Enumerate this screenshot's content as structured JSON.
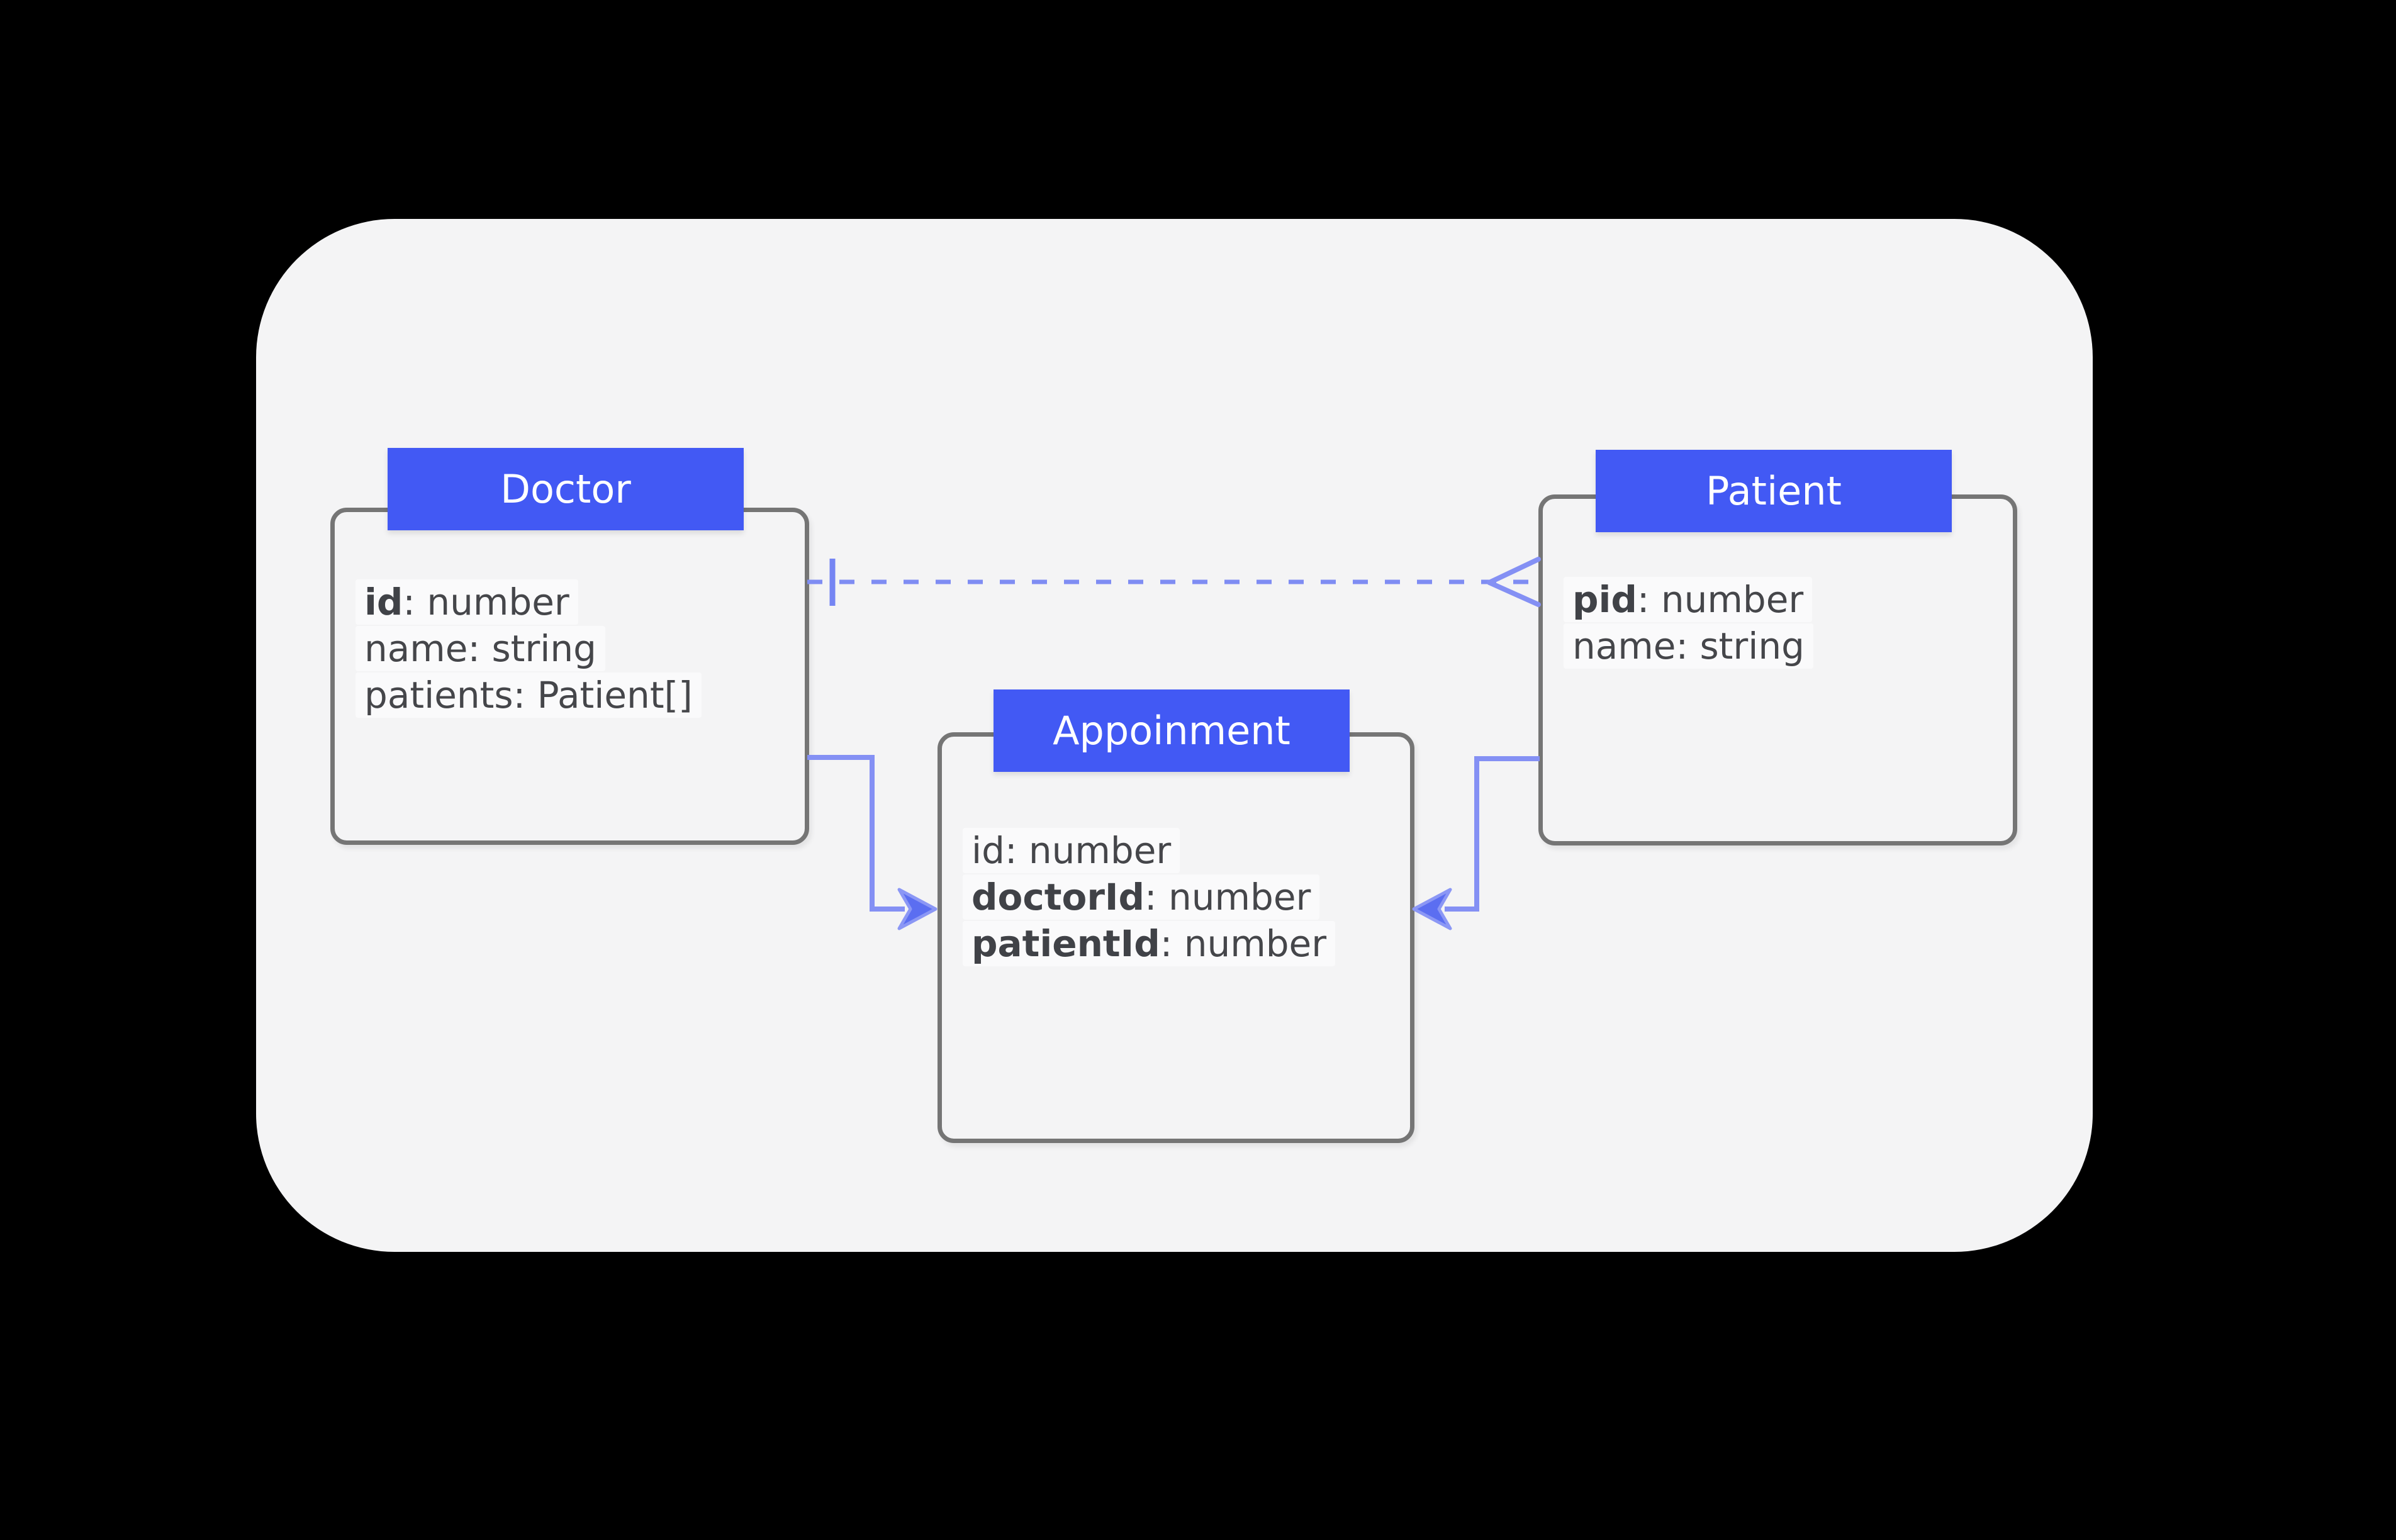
{
  "canvas": {
    "background": "#000000",
    "card_background": "#f4f4f5"
  },
  "colors": {
    "header_blue": "#4259f4",
    "header_text": "#ffffff",
    "connector_blue": "#8490f4",
    "dashed_line_blue": "#7f8df3",
    "arrow_fill": "#5b6ef1",
    "arrow_outline": "#8b97f5",
    "box_border_gray": "#757575",
    "field_text": "#45464a",
    "field_chip_background": "#fafafb"
  },
  "entities": [
    {
      "title": "Doctor",
      "fields": [
        {
          "name": "id",
          "suffix": ": number"
        },
        {
          "name": "name",
          "suffix": ": string"
        },
        {
          "name": "patients",
          "suffix": ": Patient[]"
        }
      ]
    },
    {
      "title": "Patient",
      "fields": [
        {
          "name": "pid",
          "suffix": ": number"
        },
        {
          "name": "name",
          "suffix": ": string"
        }
      ]
    },
    {
      "title": "Appoinment",
      "fields": [
        {
          "name": "id",
          "suffix": ": number"
        },
        {
          "name": "doctorId",
          "suffix": ": number"
        },
        {
          "name": "patientId",
          "suffix": ": number"
        }
      ]
    }
  ],
  "relationships": [
    {
      "from": "Doctor",
      "to": "Patient",
      "line": "dashed",
      "from_marker": "one",
      "to_marker": "many"
    },
    {
      "from": "Doctor",
      "to": "Appoinment",
      "line": "solid",
      "from_marker": "none",
      "to_marker": "arrow"
    },
    {
      "from": "Patient",
      "to": "Appoinment",
      "line": "solid",
      "from_marker": "none",
      "to_marker": "arrow"
    }
  ]
}
